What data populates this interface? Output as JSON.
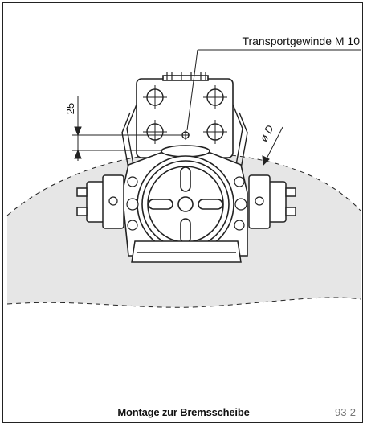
{
  "drawing": {
    "thread_label": "Transportgewinde M 10",
    "dimension_label": "25",
    "diameter_label": "ø D"
  },
  "caption": "Montage zur Bremsscheibe",
  "figure_number": "93-2",
  "colors": {
    "disc_fill": "#e6e6e6",
    "line": "#222222"
  }
}
